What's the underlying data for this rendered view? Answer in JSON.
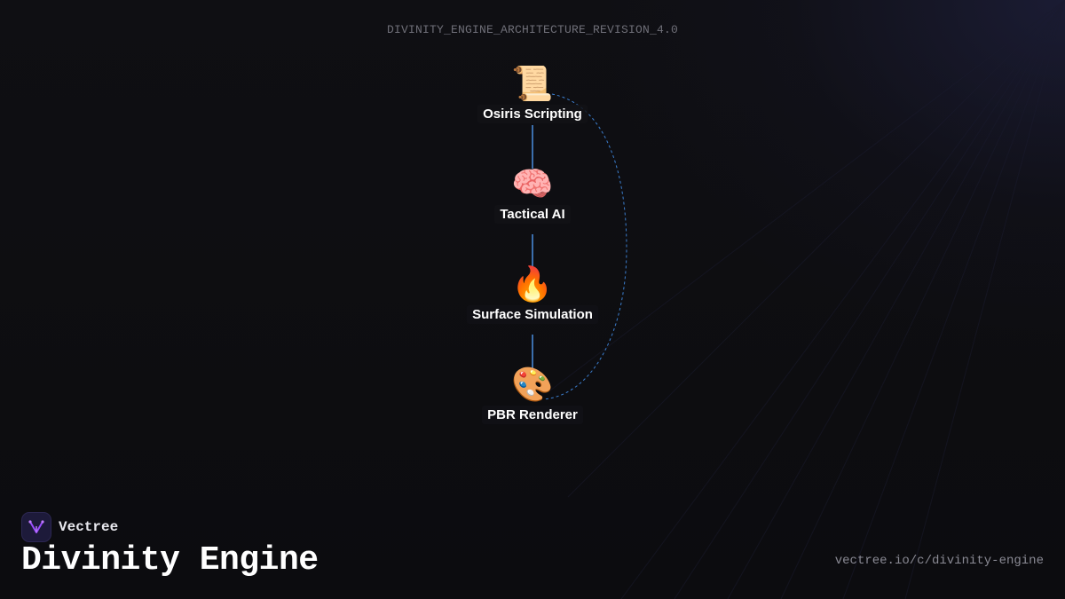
{
  "header": {
    "revision": "DIVINITY_ENGINE_ARCHITECTURE_REVISION_4.0"
  },
  "diagram": {
    "nodes": [
      {
        "id": "osiris",
        "icon": "scroll-icon",
        "glyph": "📜",
        "label": "Osiris Scripting"
      },
      {
        "id": "ai",
        "icon": "brain-icon",
        "glyph": "🧠",
        "label": "Tactical AI"
      },
      {
        "id": "surface",
        "icon": "fire-icon",
        "glyph": "🔥",
        "label": "Surface Simulation"
      },
      {
        "id": "pbr",
        "icon": "palette-icon",
        "glyph": "🎨",
        "label": "PBR Renderer"
      }
    ],
    "edges": [
      {
        "from": "osiris",
        "to": "ai",
        "style": "solid"
      },
      {
        "from": "ai",
        "to": "surface",
        "style": "solid"
      },
      {
        "from": "surface",
        "to": "pbr",
        "style": "solid"
      },
      {
        "from": "osiris",
        "to": "pbr",
        "style": "dashed"
      }
    ],
    "colors": {
      "edge": "#4a8fe0",
      "dashed_edge": "#3c7fd0"
    }
  },
  "footer": {
    "brand_name": "Vectree",
    "brand_icon": "vectree-logo-icon",
    "title": "Divinity Engine",
    "url": "vectree.io/c/divinity-engine"
  }
}
